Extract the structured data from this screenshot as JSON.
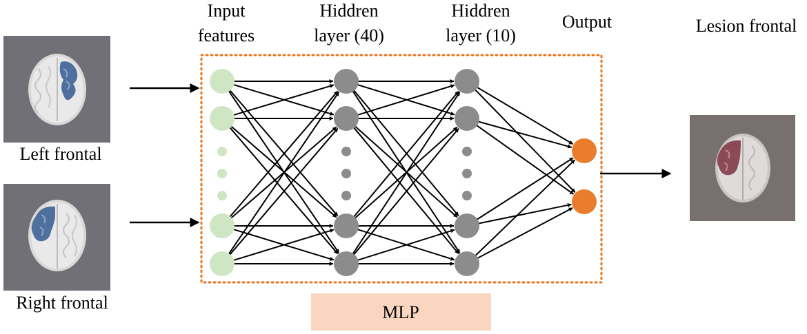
{
  "labels": {
    "input_features": [
      "Input",
      "features"
    ],
    "hidden1": [
      "Hiddren",
      "layer (40)"
    ],
    "hidden2": [
      "Hiddren",
      "layer (10)"
    ],
    "output": "Output",
    "lesion": "Lesion frontal",
    "left": "Left frontal",
    "right": "Right frontal",
    "mlp": "MLP"
  },
  "network": {
    "layers": [
      {
        "name": "input",
        "shown_nodes": 4,
        "ellipsis_dots": 3
      },
      {
        "name": "hidden1",
        "shown_nodes": 4,
        "ellipsis_dots": 3
      },
      {
        "name": "hidden2",
        "shown_nodes": 4,
        "ellipsis_dots": 3
      },
      {
        "name": "output",
        "shown_nodes": 2,
        "ellipsis_dots": 0
      }
    ]
  },
  "colors": {
    "input_node": "#cfe6c3",
    "hidden_node": "#8c8c8c",
    "output_node": "#ea7d2c",
    "mlp_box": "#f8d6bf",
    "dotted_border": "#e8741f",
    "brain_panel": "#707076",
    "lesion_panel": "#77706e",
    "left_highlight": "#4f6f9e",
    "lesion_highlight": "#8b4a55"
  }
}
